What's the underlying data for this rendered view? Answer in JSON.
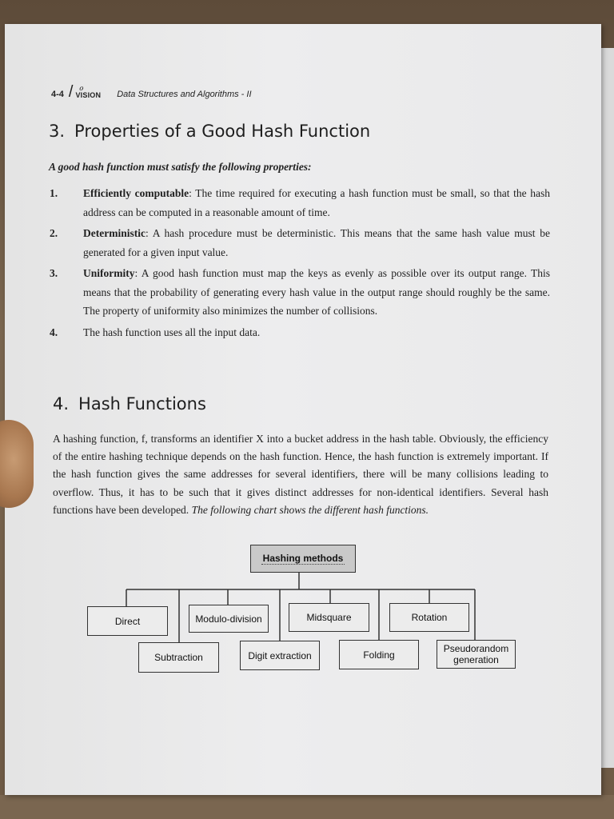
{
  "header": {
    "page_number": "4-4",
    "logo_text": "VISION",
    "book_title": "Data Structures and Algorithms - II"
  },
  "section3": {
    "number": "3.",
    "title": "Properties of a Good Hash Function",
    "intro": "A good hash function must satisfy the following properties:",
    "properties": [
      {
        "num": "1.",
        "term": "Efficiently computable",
        "text": ": The time required for executing a hash function must be small, so that the hash address can be computed in a reasonable amount of time."
      },
      {
        "num": "2.",
        "term": "Deterministic",
        "text": ": A hash procedure must be deterministic. This means that the same hash value must be generated for a given input value."
      },
      {
        "num": "3.",
        "term": "Uniformity",
        "text": ": A good hash function must map the keys as evenly as possible over its output range. This means that the probability of generating every hash value in the output range should roughly be the same. The property of uniformity also minimizes the number of collisions."
      },
      {
        "num": "4.",
        "term": "",
        "text": "The hash function uses all the input data."
      }
    ]
  },
  "section4": {
    "number": "4.",
    "title": "Hash Functions",
    "paragraph": "A hashing function, f, transforms an identifier X into a bucket address in the hash table. Obviously, the efficiency of the entire hashing technique depends on the hash function. Hence, the hash function is extremely important. If the hash function gives the same addresses for several identifiers, there will be many collisions leading to overflow. Thus, it has to be such that it gives distinct addresses for non-identical identifiers. Several hash functions have been developed.",
    "paragraph_italic": "The following chart shows the different hash functions."
  },
  "diagram": {
    "root": "Hashing methods",
    "methods": {
      "direct": "Direct",
      "modulo": "Modulo-division",
      "midsquare": "Midsquare",
      "rotation": "Rotation",
      "subtraction": "Subtraction",
      "digit": "Digit extraction",
      "folding": "Folding",
      "pseudorandom": "Pseudorandom generation"
    }
  },
  "colors": {
    "page": "#ebebec",
    "ink": "#1f1f1f",
    "root_box": "#c9c9c9"
  }
}
